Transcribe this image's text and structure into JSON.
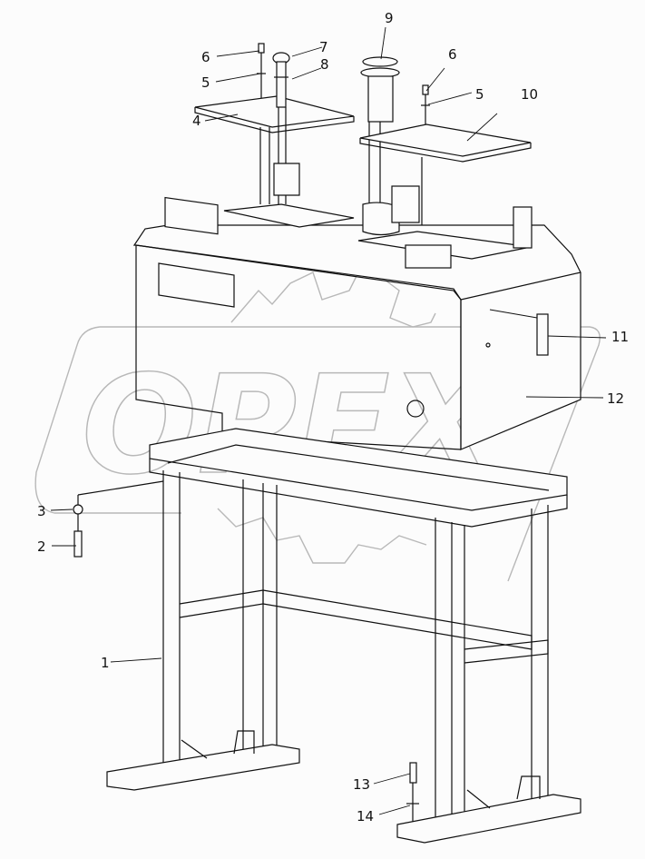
{
  "diagram": {
    "type": "exploded parts diagram",
    "watermark": "OPEX",
    "callouts": [
      {
        "id": "c1",
        "label": "1"
      },
      {
        "id": "c2",
        "label": "2"
      },
      {
        "id": "c3",
        "label": "3"
      },
      {
        "id": "c4",
        "label": "4"
      },
      {
        "id": "c5a",
        "label": "5"
      },
      {
        "id": "c5b",
        "label": "5"
      },
      {
        "id": "c6a",
        "label": "6"
      },
      {
        "id": "c6b",
        "label": "6"
      },
      {
        "id": "c7",
        "label": "7"
      },
      {
        "id": "c8",
        "label": "8"
      },
      {
        "id": "c9",
        "label": "9"
      },
      {
        "id": "c10",
        "label": "10"
      },
      {
        "id": "c11",
        "label": "11"
      },
      {
        "id": "c12",
        "label": "12"
      },
      {
        "id": "c13",
        "label": "13"
      },
      {
        "id": "c14",
        "label": "14"
      }
    ]
  }
}
